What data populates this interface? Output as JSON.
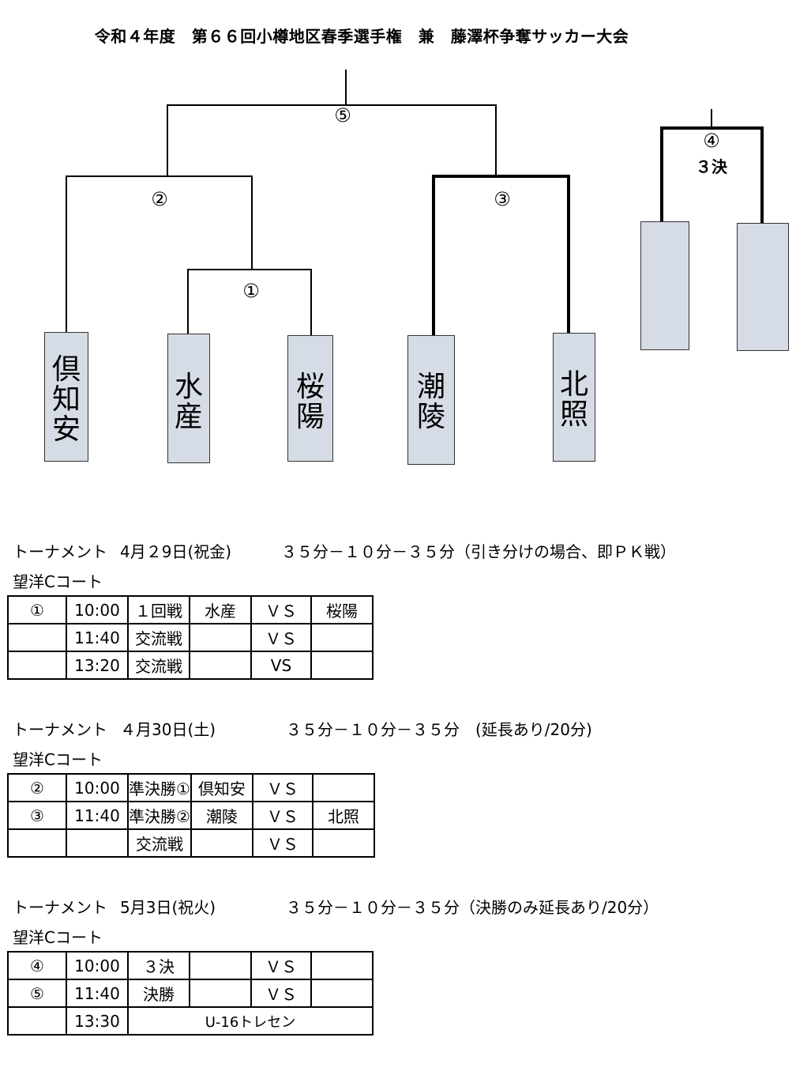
{
  "title": "令和４年度　第６６回小樽地区春季選手権　兼　藤澤杯争奪サッカー大会",
  "bracket": {
    "teams": [
      {
        "chars": [
          "倶",
          "知",
          "安"
        ]
      },
      {
        "chars": [
          "水",
          "産"
        ]
      },
      {
        "chars": [
          "桜",
          "陽"
        ]
      },
      {
        "chars": [
          "潮",
          "陵"
        ]
      },
      {
        "chars": [
          "北",
          "照"
        ]
      },
      {
        "chars": []
      },
      {
        "chars": []
      }
    ],
    "match_labels": {
      "m1": "①",
      "m2": "②",
      "m3": "③",
      "m4": "④",
      "m4_sub": "３決",
      "m5": "⑤"
    }
  },
  "days": [
    {
      "label": "トーナメント",
      "date": "4月２9日(祝金)",
      "rule": "３５分－１０分－３５分（引き分けの場合、即ＰＫ戦）",
      "court": "望洋Cコート",
      "rows": [
        {
          "num": "①",
          "time": "10:00",
          "round": "１回戦",
          "home": "水産",
          "vs": "ＶＳ",
          "away": "桜陽"
        },
        {
          "num": "",
          "time": "11:40",
          "round": "交流戦",
          "home": "",
          "vs": "ＶＳ",
          "away": ""
        },
        {
          "num": "",
          "time": "13:20",
          "round": "交流戦",
          "home": "",
          "vs": "VS",
          "away": ""
        }
      ]
    },
    {
      "label": "トーナメント",
      "date": "４月30日(土)",
      "rule": "３５分－１０分－３５分　(延長あり/20分)",
      "court": "望洋Cコート",
      "rows": [
        {
          "num": "②",
          "time": "10:00",
          "round": "準決勝①",
          "home": "倶知安",
          "vs": "ＶＳ",
          "away": ""
        },
        {
          "num": "③",
          "time": "11:40",
          "round": "準決勝②",
          "home": "潮陵",
          "vs": "ＶＳ",
          "away": "北照"
        },
        {
          "num": "",
          "time": "",
          "round": "交流戦",
          "home": "",
          "vs": "ＶＳ",
          "away": ""
        }
      ]
    },
    {
      "label": "トーナメント",
      "date": "5月3日(祝火)",
      "rule": "３５分－１０分－３５分（決勝のみ延長あり/20分）",
      "court": "望洋Cコート",
      "rows": [
        {
          "num": "④",
          "time": "10:00",
          "round": "３決",
          "home": "",
          "vs": "ＶＳ",
          "away": ""
        },
        {
          "num": "⑤",
          "time": "11:40",
          "round": "決勝",
          "home": "",
          "vs": "ＶＳ",
          "away": ""
        },
        {
          "num": "",
          "time": "13:30",
          "event": "U-16トレセン"
        }
      ]
    }
  ]
}
